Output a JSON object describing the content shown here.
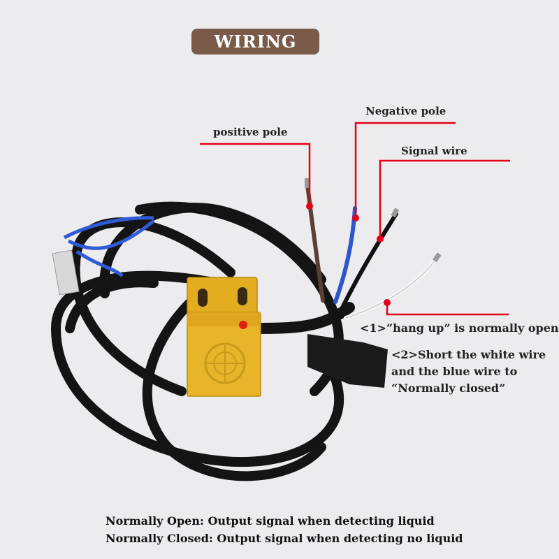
{
  "title": "WIRING",
  "labels": {
    "positive_pole": "positive pole",
    "negative_pole": "Negative pole",
    "signal_wire": "Signal wire"
  },
  "notes": {
    "note1": "<1>“hang up” is normally open",
    "note2_line1": "<2>Short the white wire",
    "note2_line2": "and the blue wire to",
    "note2_line3": "“Normally closed”"
  },
  "footer": {
    "line1": "Normally Open:  Output signal when detecting liquid",
    "line2": "Normally Closed:  Output signal when detecting no liquid"
  },
  "colors": {
    "title_bg": "#7a5a48",
    "leader": "#e3001b",
    "sensor_body": "#e8b52a",
    "cable": "#141414",
    "wire_brown": "#5a4034",
    "wire_blue": "#2c56c9",
    "wire_black": "#111111",
    "wire_white": "#f4f4f4"
  }
}
